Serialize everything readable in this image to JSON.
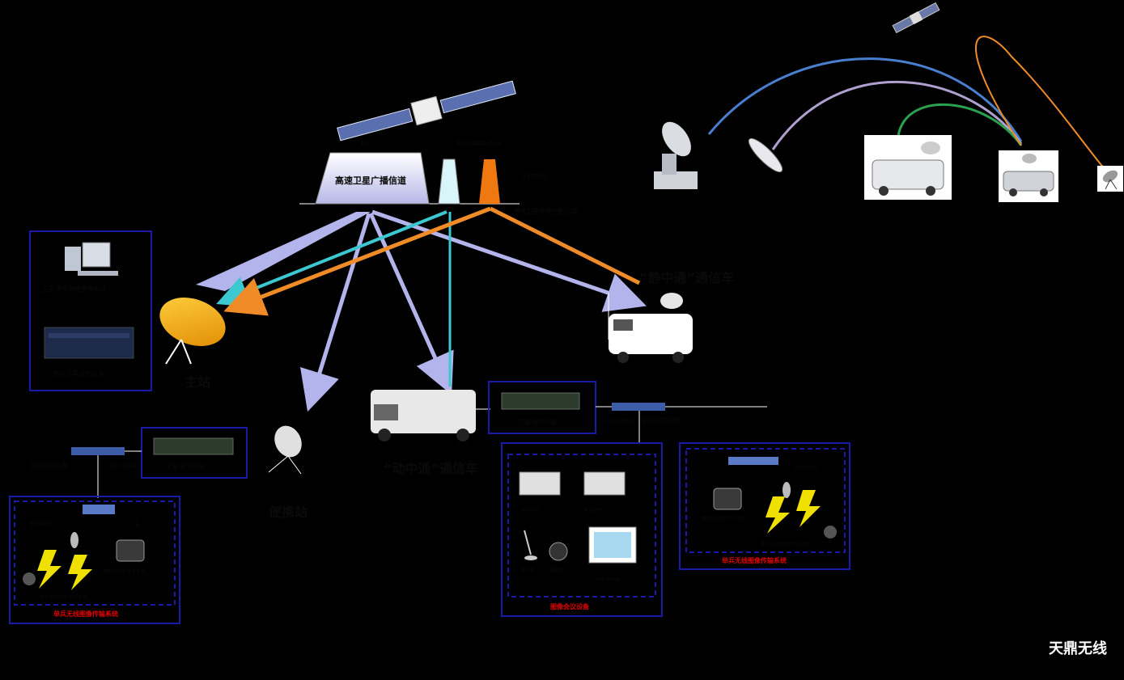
{
  "satellite_band": {
    "b2_label": "B2",
    "b1_label": "B1 DAMA Pool",
    "broadcast_channel": "高速卫星广播信道",
    "working_band": "工作频段",
    "dama_channels": "通信卫星按需分配信道"
  },
  "stations": {
    "master_station": "主站",
    "portable_station": "便携站",
    "comm_on_move": "“动中通”通信车",
    "comm_on_pause": "“静中通”通信车"
  },
  "master_box": {
    "nms": "卫星通信网络管理系统",
    "hub_modem": "主站卫星调制设备"
  },
  "left_lower": {
    "switch": "交换机路由器",
    "speed": "10/100M",
    "terminal": "卫星通信终端",
    "subsystem_title": "单兵无线图像传输系统",
    "receiver": "无线接收机",
    "soldier": "单兵无线图像传输设备",
    "monitor": "便携式图像显示设备",
    "antenna_a": "A",
    "antenna_b": "B"
  },
  "center_lower": {
    "terminal": "卫星通信终端",
    "speed": "10/100M",
    "switch": "交换机路由器",
    "conference_title": "图像会议设备",
    "video_matrix": "视频矩阵",
    "audio_matrix": "音频矩阵",
    "microphone": "麦克风",
    "camera": "摄像机",
    "display": "大屏显示器"
  },
  "right_lower": {
    "subsystem_title": "单兵无线图像传输系统",
    "receiver": "无线接收机",
    "monitor": "便携式图像显示设备",
    "soldier": "单兵无线图像传输设备"
  },
  "watermark": "天鼎无线",
  "colors": {
    "background": "#000000",
    "frame_blue": "#1a1aa8",
    "beam_lavender": "#b4b4ec",
    "beam_cyan": "#3cc8d0",
    "beam_orange": "#f08c28",
    "arc_blue": "#4a7fd0",
    "arc_purple": "#b0a0d0",
    "arc_green": "#2aa050",
    "arc_orange": "#f08c28",
    "title_red": "#e00000"
  }
}
